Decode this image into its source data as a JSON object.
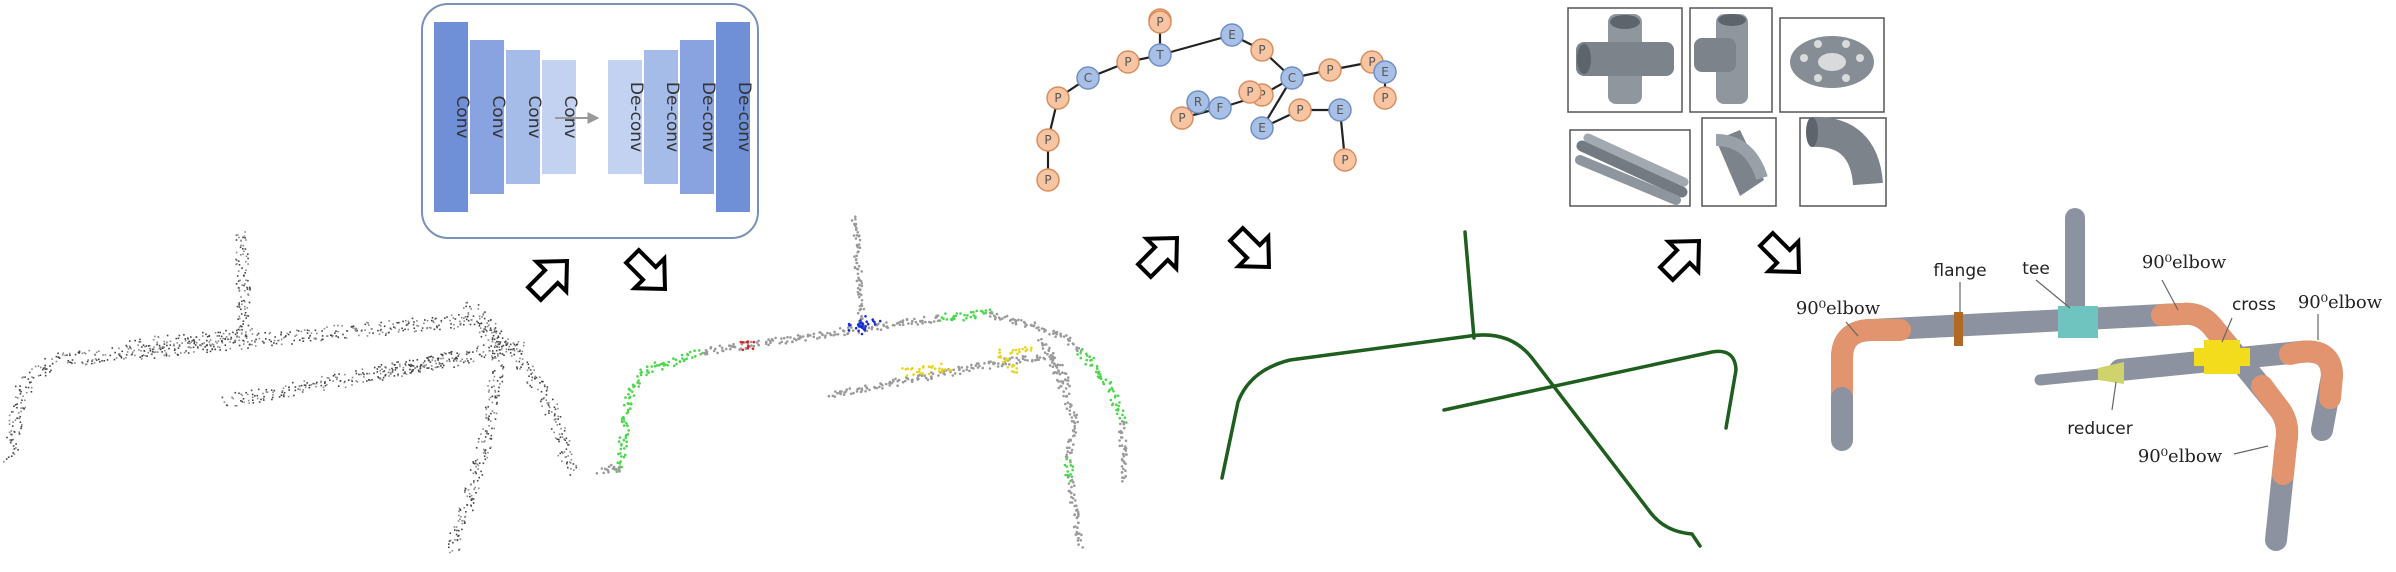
{
  "network": {
    "layers": [
      {
        "label": "Conv",
        "color": "#6f8fd6"
      },
      {
        "label": "Conv",
        "color": "#88a3df"
      },
      {
        "label": "Conv",
        "color": "#a5bbe8"
      },
      {
        "label": "Conv",
        "color": "#c3d2f1"
      },
      {
        "label": "De-conv",
        "color": "#c3d2f1"
      },
      {
        "label": "De-conv",
        "color": "#a5bbe8"
      },
      {
        "label": "De-conv",
        "color": "#88a3df"
      },
      {
        "label": "De-conv",
        "color": "#6f8fd6"
      }
    ]
  },
  "graph": {
    "nodes": [
      {
        "label": "P",
        "kind": "pipe"
      },
      {
        "label": "P",
        "kind": "pipe"
      },
      {
        "label": "P",
        "kind": "pipe"
      },
      {
        "label": "C",
        "kind": "joint"
      },
      {
        "label": "P",
        "kind": "pipe"
      },
      {
        "label": "T",
        "kind": "joint"
      },
      {
        "label": "P",
        "kind": "pipe"
      },
      {
        "label": "E",
        "kind": "joint"
      },
      {
        "label": "P",
        "kind": "pipe"
      },
      {
        "label": "C",
        "kind": "joint"
      },
      {
        "label": "P",
        "kind": "pipe"
      },
      {
        "label": "F",
        "kind": "joint"
      },
      {
        "label": "P",
        "kind": "pipe"
      },
      {
        "label": "E",
        "kind": "joint"
      },
      {
        "label": "P",
        "kind": "pipe"
      },
      {
        "label": "P",
        "kind": "pipe"
      },
      {
        "label": "R",
        "kind": "joint"
      },
      {
        "label": "P",
        "kind": "pipe"
      },
      {
        "label": "P",
        "kind": "pipe"
      },
      {
        "label": "P",
        "kind": "pipe"
      },
      {
        "label": "E",
        "kind": "joint"
      },
      {
        "label": "P",
        "kind": "pipe"
      },
      {
        "label": "E",
        "kind": "joint"
      },
      {
        "label": "P",
        "kind": "pipe"
      }
    ]
  },
  "catalog": {
    "items": [
      "cross",
      "tee",
      "flange",
      "pipe",
      "45 elbow",
      "90 elbow"
    ]
  },
  "result_labels": {
    "flange": "flange",
    "tee": "tee",
    "elbow_top_left": "90⁰elbow",
    "elbow_top_mid": "90⁰elbow",
    "elbow_right": "90⁰elbow",
    "elbow_bottom": "90⁰elbow",
    "cross": "cross",
    "reducer": "reducer"
  },
  "colors": {
    "pipe_gray": "#8c92a0",
    "elbow_orange": "#e2946e",
    "tee_cyan": "#6fc4c0",
    "cross_yellow": "#f2dc1c",
    "flange_brown": "#b06a26",
    "reducer_green": "#cfd36b",
    "skeleton_green": "#1e5e1e",
    "seg_green": "#4cd64c",
    "seg_blue": "#1a2ed8",
    "seg_red": "#e02020",
    "seg_yellow": "#e8d41c",
    "node_pipe": "#f8c5a3",
    "node_joint": "#a9c0e6",
    "net_border": "#7a90b8"
  }
}
